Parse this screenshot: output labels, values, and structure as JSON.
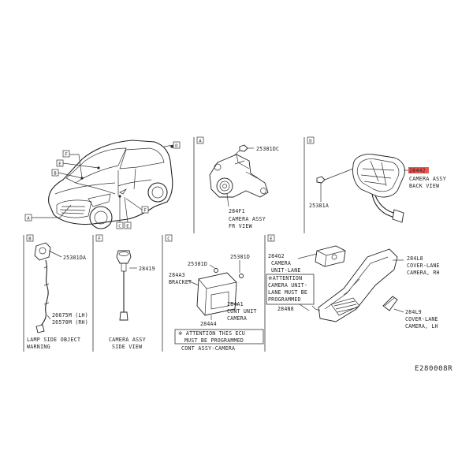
{
  "diagram_code": "E280008R",
  "highlight_color": "#e8453c",
  "overview": {
    "tags": [
      "A",
      "B",
      "C",
      "D",
      "E",
      "F"
    ]
  },
  "panels": {
    "A": {
      "tag": "A",
      "part_fastener": "25381DC",
      "part_camera": "284F1",
      "caption_line1": "CAMERA ASSY",
      "caption_line2": "FR VIEW"
    },
    "D": {
      "tag": "D",
      "part_camera": "28442",
      "caption_line1": "CAMERA ASSY",
      "caption_line2": "BACK VIEW",
      "part_fastener": "25381A"
    },
    "B": {
      "tag": "B",
      "part_fastener": "25381DA",
      "part_harness_1": "26675M (LH)",
      "part_harness_2": "26570M (RH)",
      "caption_line1": "LAMP SIDE OBJECT",
      "caption_line2": "WARNING"
    },
    "F": {
      "tag": "F",
      "part_camera": "28419",
      "caption_line1": "CAMERA ASSY",
      "caption_line2": "SIDE VIEW"
    },
    "C": {
      "tag": "C",
      "part_screw": "25381D",
      "part_screw_2": "25381D",
      "part_bracket": "284A3",
      "part_bracket_name": "BRACKET",
      "part_unit": "284A1",
      "part_unit_line2": "CONT UNIT",
      "part_unit_line3": "CAMERA",
      "part_assy": "284A4",
      "attention_line1": "※ ATTENTION THIS ECU",
      "attention_line2": "MUST BE PROGRAMMED",
      "caption": "CONT ASSY-CAMERA"
    },
    "E": {
      "tag": "E",
      "part_unit": "284G2",
      "part_unit_line2": "CAMERA",
      "part_unit_line3": "UNIT-LANE",
      "attention_line1": "※ATTENTION",
      "attention_line2": "CAMERA UNIT-",
      "attention_line3": "LANE MUST BE",
      "attention_line4": "PROGRAMMED",
      "part_bracket": "284N8",
      "part_cover_rh": "284L8",
      "part_cover_rh_line2": "COVER-LANE",
      "part_cover_rh_line3": "CAMERA, RH",
      "part_cover_lh": "284L9",
      "part_cover_lh_line2": "COVER-LANE",
      "part_cover_lh_line3": "CAMERA, LH"
    }
  }
}
